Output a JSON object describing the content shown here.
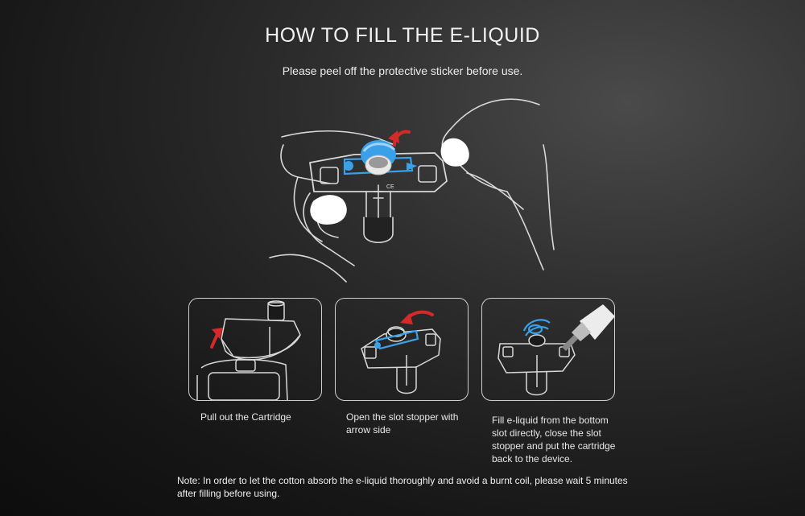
{
  "header": {
    "title": "HOW TO FILL THE E-LIQUID",
    "subtitle": "Please peel off the protective sticker before use."
  },
  "hero": {
    "ce_mark": "CE"
  },
  "steps": [
    {
      "caption": "Pull out the Cartridge"
    },
    {
      "caption": "Open the slot stopper with arrow side"
    },
    {
      "caption": "Fill e-liquid from the bottom slot directly, close the slot stopper and put the cartridge back to the device."
    }
  ],
  "note": "Note: In order to let the cotton absorb the e-liquid thoroughly and avoid a burnt coil, please wait 5 minutes after filling before using.",
  "colors": {
    "accent_blue": "#3aa0e8",
    "arrow_red": "#d42a2a",
    "line": "#d8d8d8"
  }
}
